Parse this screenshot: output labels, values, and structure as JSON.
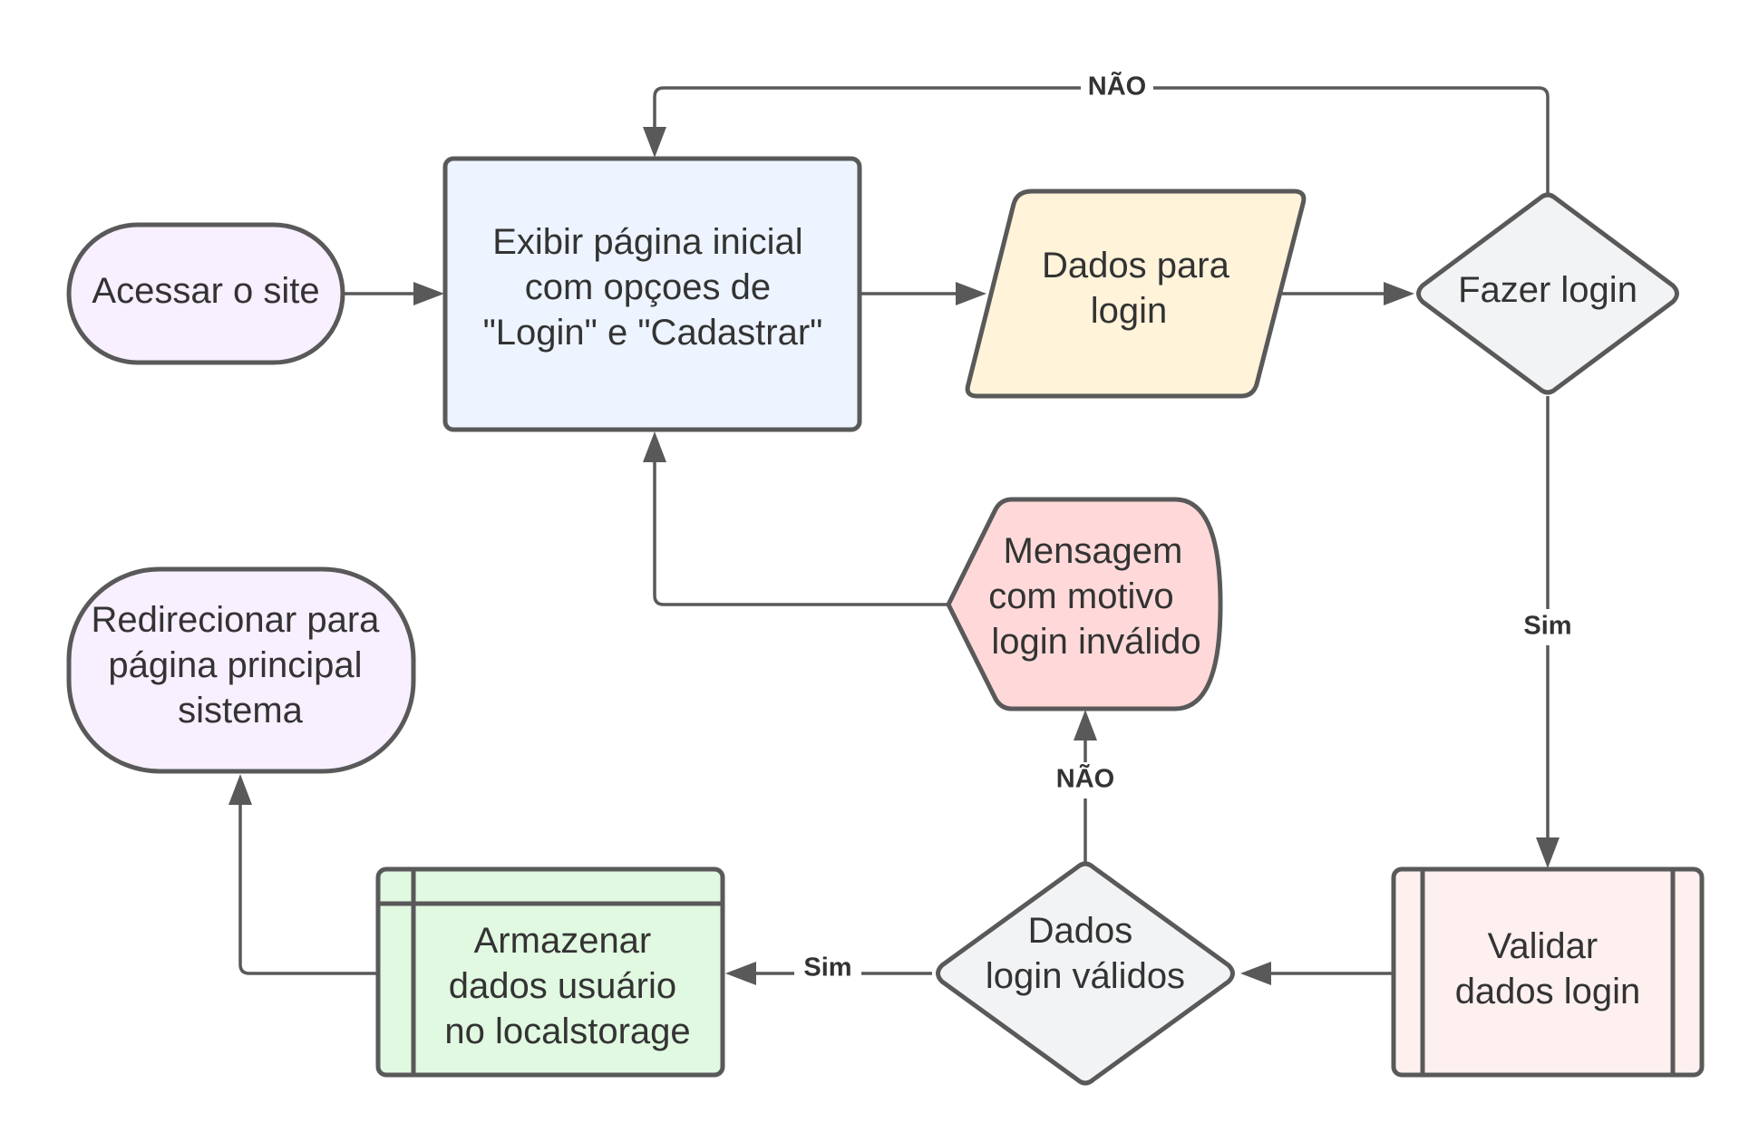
{
  "colors": {
    "stroke": "#595959",
    "text": "#333333",
    "terminal_fill": "#f8efff",
    "process_fill": "#edf4ff",
    "input_fill": "#fff3da",
    "decision_fill": "#f2f3f5",
    "message_fill": "#ffd9d9",
    "validate_fill": "#fff0f0",
    "storage_fill": "#e1f8e1"
  },
  "nodes": {
    "acessar_site": {
      "lines": [
        "Acessar o site"
      ]
    },
    "exibir_pagina": {
      "lines": [
        "Exibir página inicial",
        "com opçoes de",
        "\"Login\" e \"Cadastrar\""
      ]
    },
    "dados_login": {
      "lines": [
        "Dados para",
        "login"
      ]
    },
    "fazer_login": {
      "lines": [
        "Fazer login"
      ]
    },
    "mensagem": {
      "lines": [
        "Mensagem",
        "com motivo",
        "login inválido"
      ]
    },
    "redirecionar": {
      "lines": [
        "Redirecionar para",
        "página principal",
        "sistema"
      ]
    },
    "armazenar": {
      "lines": [
        "Armazenar",
        "dados usuário",
        "no localstorage"
      ]
    },
    "dados_validos": {
      "lines": [
        "Dados",
        "login válidos"
      ]
    },
    "validar": {
      "lines": [
        "Validar",
        "dados login"
      ]
    }
  },
  "edge_labels": {
    "fazer_login_nao": "NÃO",
    "fazer_login_sim": "Sim",
    "validos_nao": "NÃO",
    "validos_sim": "Sim"
  }
}
